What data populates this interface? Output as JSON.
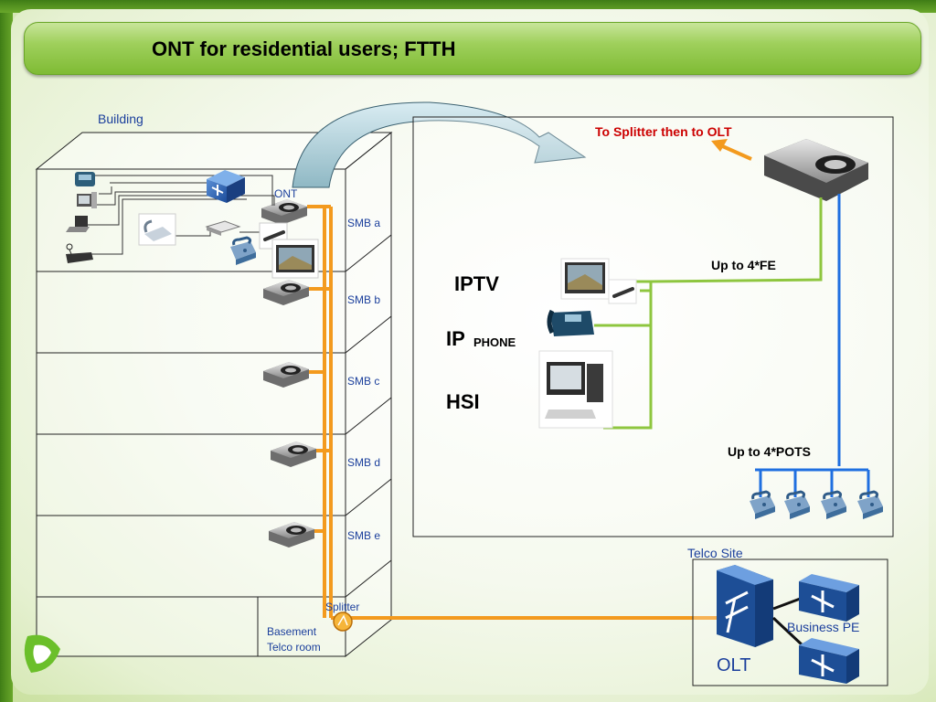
{
  "slide": {
    "title": "ONT for residential users; FTTH"
  },
  "building": {
    "label": "Building",
    "ont_label": "ONT",
    "floors": [
      "SMB a",
      "SMB b",
      "SMB c",
      "SMB d",
      "SMB e"
    ],
    "splitter_label": "Splitter",
    "basement_line1": "Basement",
    "basement_line2": "Telco room"
  },
  "detail": {
    "splitter_note": "To Splitter then to OLT",
    "services": {
      "iptv": "IPTV",
      "ip_main": "IP",
      "ip_sub": "PHONE",
      "hsi": "HSI"
    },
    "fe_label": "Up to 4*FE",
    "pots_label": "Up to 4*POTS"
  },
  "telco": {
    "site_label": "Telco Site",
    "business_pe_label": "Business PE",
    "olt_label": "OLT"
  },
  "colors": {
    "fiber": "#f39a1e",
    "ethernet": "#8ec63f",
    "pots": "#1f6fe0",
    "text_blue": "#1b3f9c",
    "note_red": "#cc0000"
  }
}
